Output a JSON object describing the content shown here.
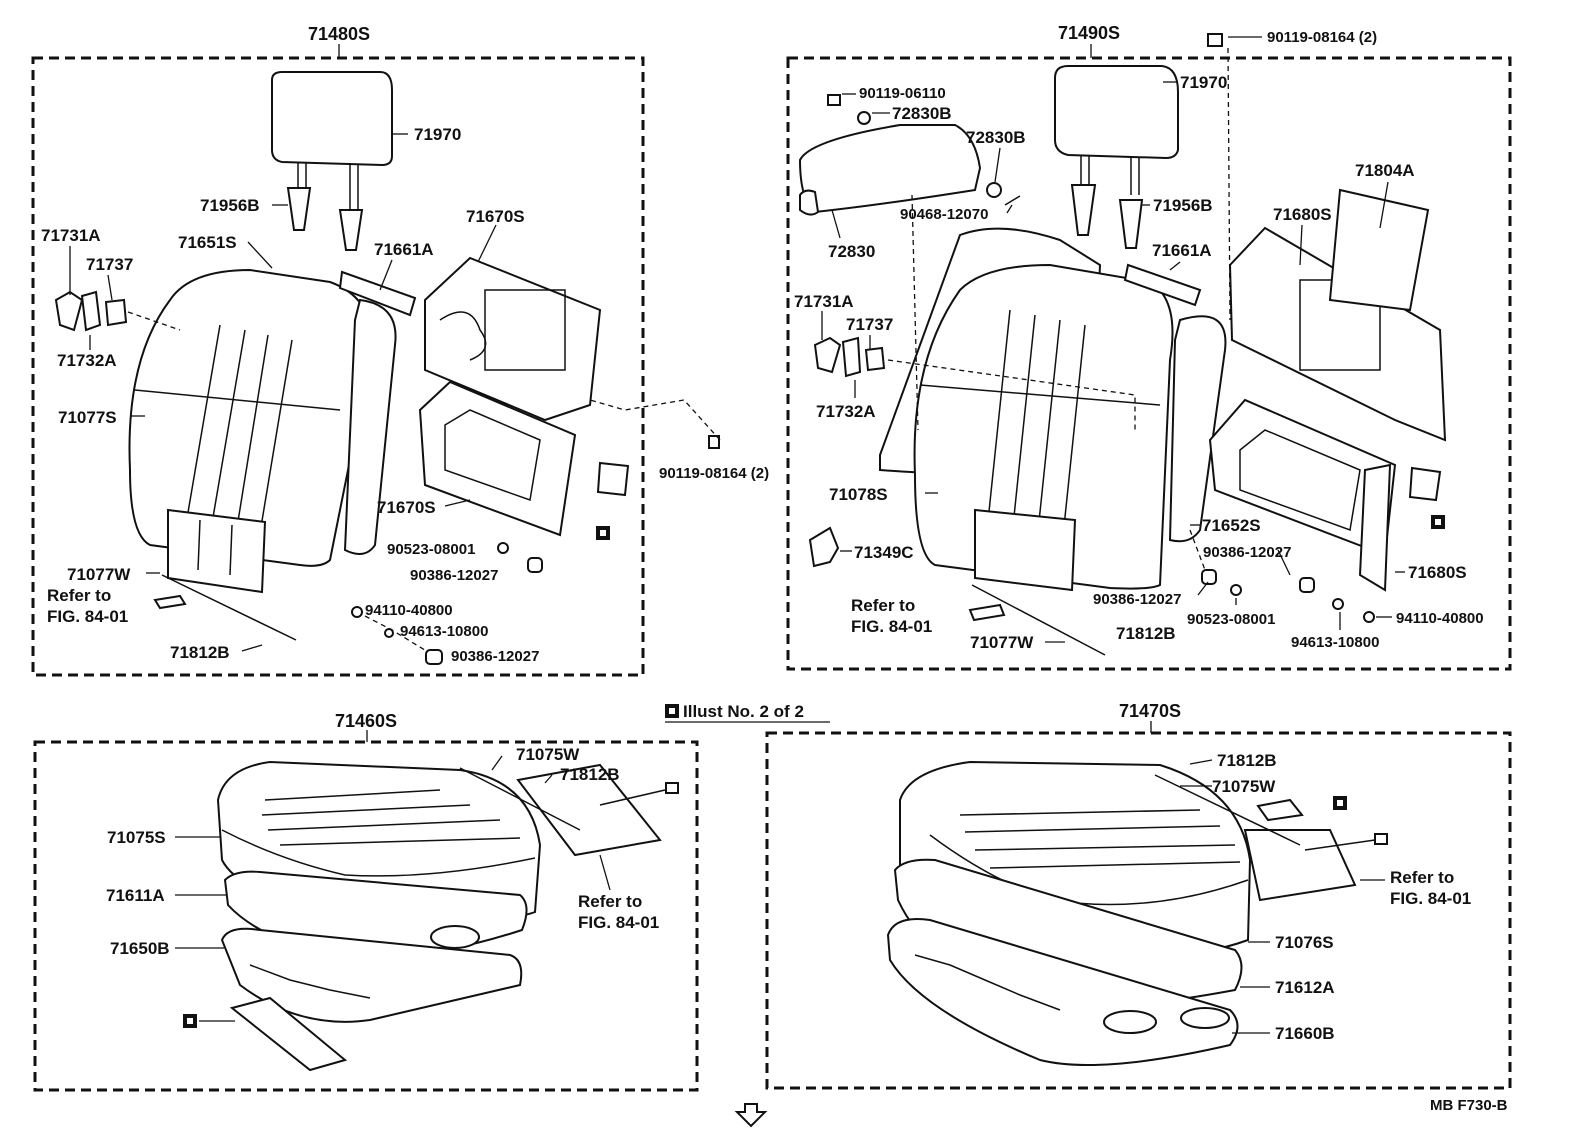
{
  "header": {
    "illust": "Illust No. 2 of 2"
  },
  "footer": {
    "code": "MB  F730-B"
  },
  "groups": {
    "upper_left": {
      "title": "71480S",
      "labels": [
        "71970",
        "71956B",
        "71731A",
        "71737",
        "71732A",
        "71651S",
        "71661A",
        "71670S",
        "71077S",
        "71670S",
        "90119-08164 (2)",
        "90523-08001",
        "90386-12027",
        "71077W",
        "Refer to",
        "FIG. 84-01",
        "94110-40800",
        "94613-10800",
        "71812B",
        "90386-12027"
      ]
    },
    "upper_right": {
      "title": "71490S",
      "labels": [
        "90119-08164 (2)",
        "90119-06110",
        "72830B",
        "71970",
        "72830B",
        "90468-12070",
        "71956B",
        "72830",
        "71804A",
        "71680S",
        "71661A",
        "71731A",
        "71737",
        "71732A",
        "71078S",
        "71652S",
        "71349C",
        "90386-12027",
        "71680S",
        "94110-40800",
        "Refer to",
        "FIG. 84-01",
        "90386-12027",
        "90523-08001",
        "94613-10800",
        "71077W",
        "71812B"
      ]
    },
    "lower_left": {
      "title": "71460S",
      "labels": [
        "71075W",
        "71812B",
        "71075S",
        "71611A",
        "71650B",
        "Refer to",
        "FIG. 84-01"
      ]
    },
    "lower_right": {
      "title": "71470S",
      "labels": [
        "71812B",
        "71075W",
        "Refer to",
        "FIG. 84-01",
        "71076S",
        "71612A",
        "71660B"
      ]
    }
  }
}
